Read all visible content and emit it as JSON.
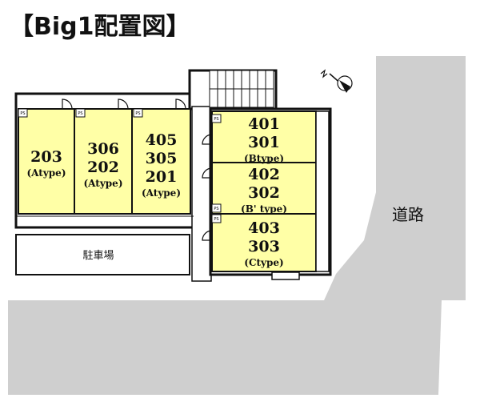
{
  "title": "【Big1配置図】",
  "units": [
    {
      "id": "u-203",
      "numbers": [
        "203"
      ],
      "type": "(Atype)"
    },
    {
      "id": "u-306",
      "numbers": [
        "306",
        "202"
      ],
      "type": "(Atype)"
    },
    {
      "id": "u-405",
      "numbers": [
        "405",
        "305",
        "201"
      ],
      "type": "(Atype)"
    },
    {
      "id": "u-401",
      "numbers": [
        "401",
        "301"
      ],
      "type": "(Btype)"
    },
    {
      "id": "u-402",
      "numbers": [
        "402",
        "302"
      ],
      "type": "(B' type)"
    },
    {
      "id": "u-403",
      "numbers": [
        "403",
        "303"
      ],
      "type": "(Ctype)"
    }
  ],
  "parking_label": "駐車場",
  "road_label": "道路",
  "ps_label": "PS",
  "colors": {
    "unit_fill": "#ffffa6",
    "outline": "#111111",
    "road": "#cfcfcf",
    "white": "#ffffff"
  }
}
